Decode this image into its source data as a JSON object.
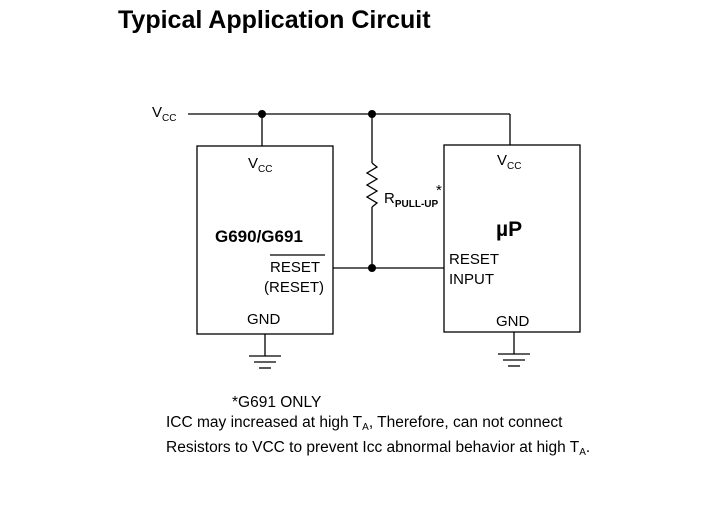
{
  "title": "Typical Application Circuit",
  "circuit": {
    "supply_label": {
      "main": "V",
      "sub": "CC"
    },
    "ic": {
      "name": "G690/G691",
      "vcc_pin": {
        "main": "V",
        "sub": "CC"
      },
      "reset_pin": "RESET",
      "reset_pin_alt": "(RESET)",
      "gnd_pin": "GND"
    },
    "resistor": {
      "main": "R",
      "sub": "PULL-UP",
      "mark": "*"
    },
    "processor": {
      "name": "µP",
      "vcc_pin": {
        "main": "V",
        "sub": "CC"
      },
      "reset_input_line1": "RESET",
      "reset_input_line2": "INPUT",
      "gnd_pin": "GND"
    }
  },
  "notes": {
    "line0": "*G691 ONLY",
    "line1_a": "ICC may increased at high T",
    "line1_sub": "A",
    "line1_b": ", Therefore, can not connect",
    "line2_a": "Resistors to VCC to prevent Icc abnormal behavior at high T",
    "line2_sub": "A",
    "line2_b": "."
  }
}
